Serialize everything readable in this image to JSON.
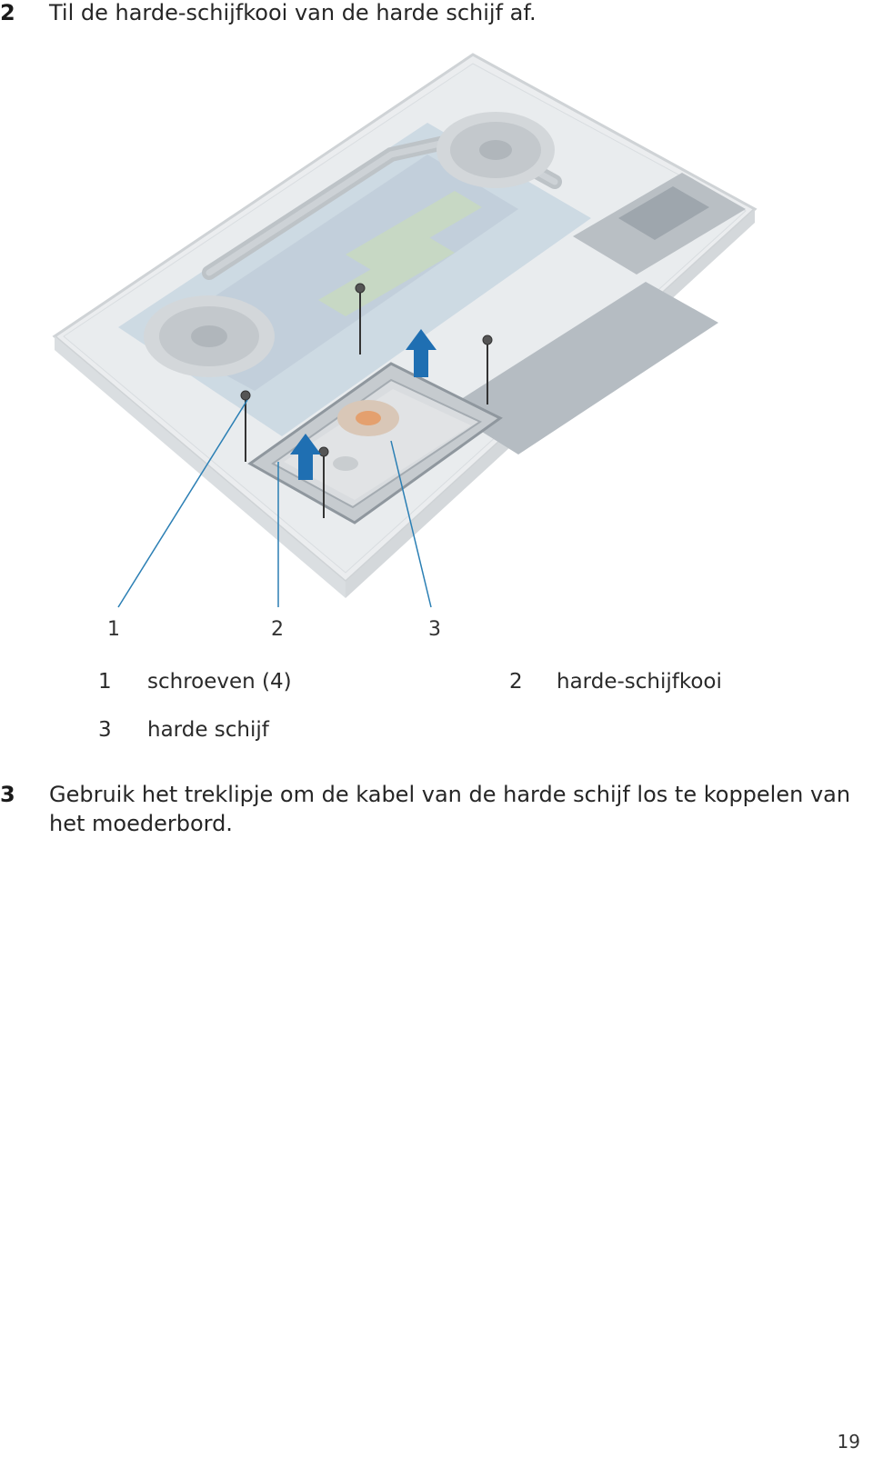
{
  "steps": [
    {
      "number": "2",
      "text": "Til de harde-schijfkooi van de harde schijf af."
    },
    {
      "number": "3",
      "text": "Gebruik het treklipje om de kabel van de harde schijf los te koppelen van het moederbord."
    }
  ],
  "figure": {
    "callouts": [
      "1",
      "2",
      "3"
    ]
  },
  "legend": [
    {
      "number": "1",
      "label": "schroeven (4)"
    },
    {
      "number": "2",
      "label": "harde-schijfkooi"
    },
    {
      "number": "3",
      "label": "harde schijf"
    }
  ],
  "page_number": "19",
  "colors": {
    "callout_line": "#2b7fb4",
    "arrow": "#1f6fb2",
    "chassis": "#e6e8ea"
  }
}
